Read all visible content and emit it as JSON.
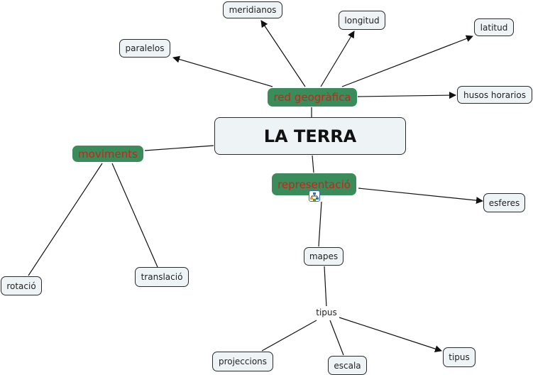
{
  "map": {
    "main_concept": "LA TERRA",
    "linking_phrases": {
      "red": "red geogràfica",
      "moviments": "moviments",
      "representacio": "representació",
      "tipus_link": "tipus"
    },
    "concepts": {
      "paralelos": "paralelos",
      "meridianos": "meridianos",
      "longitud": "longitud",
      "latitud": "latitud",
      "husos": "husos horarios",
      "rotacio": "rotació",
      "translacio": "translació",
      "esferes": "esferes",
      "mapes": "mapes",
      "projeccions": "projeccions",
      "escala": "escala",
      "tipus": "tipus"
    },
    "submap_icon": "concept-map-icon"
  },
  "colors": {
    "concept_fill": "#eef3f6",
    "link_fill": "#3a8c5a",
    "link_text": "#c0281c",
    "line": "#111111"
  }
}
